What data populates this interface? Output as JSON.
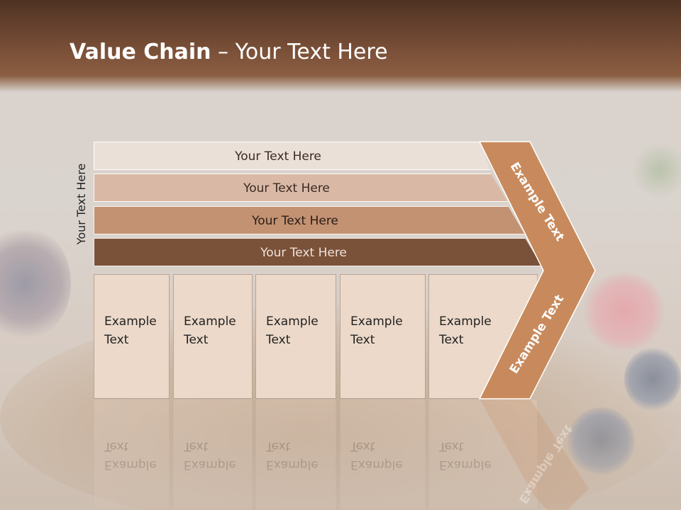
{
  "title": {
    "bold": "Value Chain",
    "rest": " – Your Text Here"
  },
  "side_label": "Your Text Here",
  "bars": [
    {
      "label": "Your Text Here"
    },
    {
      "label": "Your Text Here"
    },
    {
      "label": "Your Text Here"
    },
    {
      "label": "Your Text Here"
    }
  ],
  "boxes": [
    {
      "line1": "Example",
      "line2": "Text"
    },
    {
      "line1": "Example",
      "line2": "Text"
    },
    {
      "line1": "Example",
      "line2": "Text"
    },
    {
      "line1": "Example",
      "line2": "Text"
    },
    {
      "line1": "Example",
      "line2": "Text"
    }
  ],
  "chevron": {
    "top_label": "Example Text",
    "bottom_label": "Example Text"
  },
  "colors": {
    "title_band": "#7a5038",
    "bar1": "#ebe0d8",
    "bar2": "#d9b9a6",
    "bar3": "#c29272",
    "bar4": "#7a5139",
    "box": "#ecd9c9",
    "chevron": "#c88a5c"
  }
}
